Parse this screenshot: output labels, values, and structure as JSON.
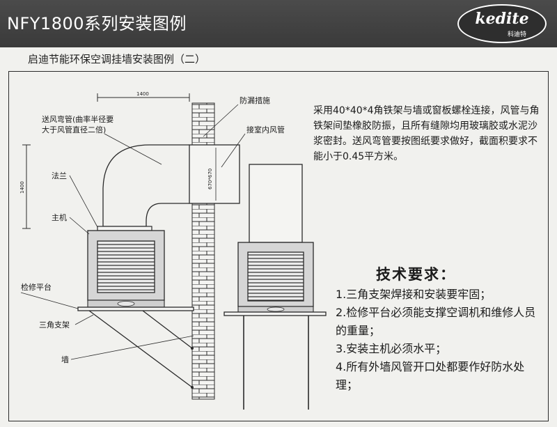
{
  "header": {
    "title": "NFY1800系列安装图例",
    "logo_text": "kedite",
    "logo_subtext": "科迪特"
  },
  "subtitle": "启迪节能环保空调挂墙安装图例（二）",
  "diagram": {
    "labels": {
      "bend": "送风弯管(曲率半径要",
      "bend2": "大于风管直径二倍)",
      "flange": "法兰",
      "main_unit": "主机",
      "platform": "检修平台",
      "bracket": "三角支架",
      "wall": "墙",
      "leak": "防漏措施",
      "indoor_duct": "接室内风管"
    },
    "dims": {
      "horizontal": "1400",
      "vertical": "1400",
      "duct": "670*670"
    }
  },
  "note": "采用40*40*4角铁架与墙或窗板螺栓连接，风管与角铁架间垫橡胶防振，且所有缝隙均用玻璃胶或水泥沙浆密封。送风弯管要按图纸要求做好，截面积要求不能小于0.45平方米。",
  "tech": {
    "title": "技术要求：",
    "items": [
      "1.三角支架焊接和安装要牢固；",
      "2.检修平台必须能支撑空调机和维修人员的重量；",
      "3.安装主机必须水平；",
      "4.所有外墙风管开口处都要作好防水处理；"
    ]
  },
  "colors": {
    "header_bg": "#3f3f3f",
    "line": "#2a2a2a",
    "unit_fill": "#d6d6d6"
  }
}
